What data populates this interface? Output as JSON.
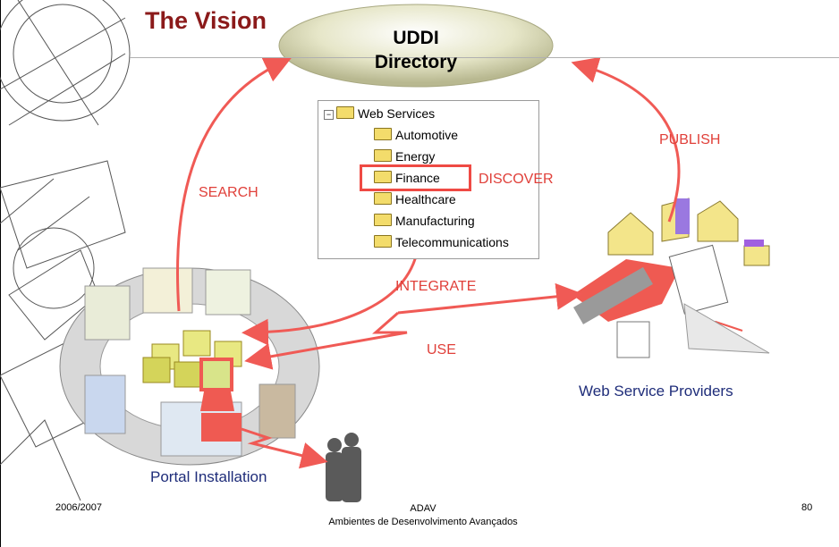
{
  "title": "The Vision",
  "uddi": {
    "line1": "UDDI",
    "line2": "Directory"
  },
  "tree": {
    "root": "Web Services",
    "items": [
      "Automotive",
      "Energy",
      "Finance",
      "Healthcare",
      "Manufacturing",
      "Telecommunications"
    ]
  },
  "labels": {
    "search": "SEARCH",
    "discover": "DISCOVER",
    "integrate": "INTEGRATE",
    "use": "USE",
    "publish": "PUBLISH"
  },
  "providers_label": "Web Service Providers",
  "portal_label": "Portal Installation",
  "footer": {
    "date": "2006/2007",
    "center_line1": "ADAV",
    "center_line2": "Ambientes de Desenvolvimento Avançados",
    "page": "80"
  },
  "colors": {
    "title": "#8b1a1a",
    "arrow": "#f05a55",
    "label": "#e0403a",
    "caption": "#1f2d7a"
  }
}
